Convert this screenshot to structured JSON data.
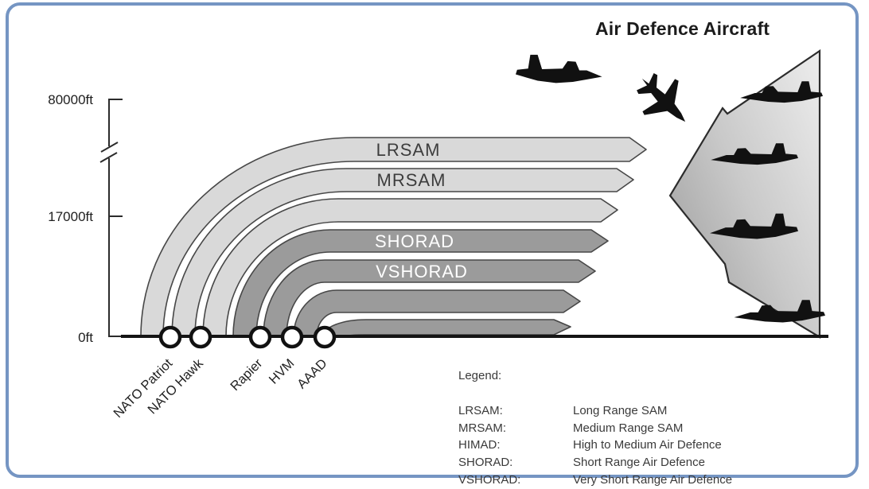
{
  "title": "Air Defence Aircraft",
  "axis": {
    "labels": [
      "80000ft",
      "17000ft",
      "0ft"
    ],
    "break_marker": "axis-break"
  },
  "bands": [
    {
      "label": "LRSAM",
      "shade": "light"
    },
    {
      "label": "MRSAM",
      "shade": "light"
    },
    {
      "label": "",
      "shade": "light"
    },
    {
      "label": "SHORAD",
      "shade": "dark"
    },
    {
      "label": "VSHORAD",
      "shade": "dark"
    },
    {
      "label": "",
      "shade": "dark"
    },
    {
      "label": "",
      "shade": "dark"
    }
  ],
  "ground_systems": [
    "NATO Patriot",
    "NATO Hawk",
    "Rapier",
    "HVM",
    "AAAD"
  ],
  "legend": {
    "heading": "Legend:",
    "items": [
      {
        "term": "LRSAM:",
        "definition": "Long Range SAM"
      },
      {
        "term": "MRSAM:",
        "definition": "Medium Range SAM"
      },
      {
        "term": "HIMAD:",
        "definition": "High to Medium Air Defence"
      },
      {
        "term": "SHORAD:",
        "definition": "Short Range Air Defence"
      },
      {
        "term": "VSHORAD:",
        "definition": "Very Short Range Air Defence"
      }
    ]
  },
  "colors": {
    "band_light": "#d9d9d9",
    "band_dark": "#9b9b9b",
    "band_outline": "#474747",
    "frame_border": "#7595c3",
    "arrow_gradient_start": "#ededed",
    "arrow_gradient_end": "#a2a2a2",
    "aircraft": "#111111",
    "text_dark": "#1f1f1f"
  }
}
